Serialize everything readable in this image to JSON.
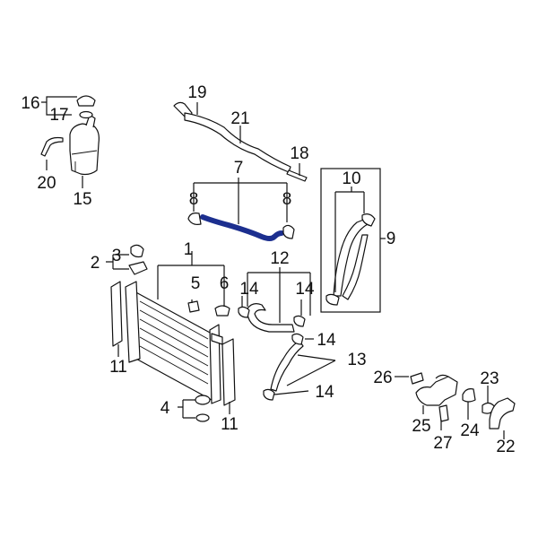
{
  "labels": {
    "c1": "1",
    "c2": "2",
    "c3": "3",
    "c4": "4",
    "c5": "5",
    "c6": "6",
    "c7": "7",
    "c8": "8",
    "c9": "9",
    "c10": "10",
    "c11": "11",
    "c12": "12",
    "c13": "13",
    "c14": "14",
    "c15": "15",
    "c16": "16",
    "c17": "17",
    "c18": "18",
    "c19": "19",
    "c20": "20",
    "c21": "21",
    "c22": "22",
    "c23": "23",
    "c24": "24",
    "c25": "25",
    "c26": "26",
    "c27": "27"
  },
  "colors": {
    "highlight": "#1c2f8f",
    "line": "#111111",
    "background": "#ffffff"
  }
}
